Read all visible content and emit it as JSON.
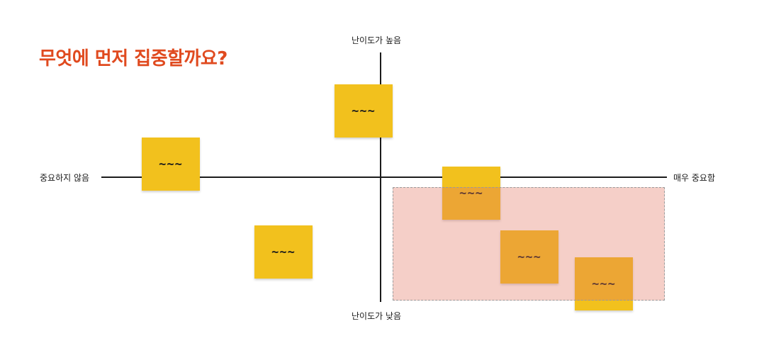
{
  "title": "무엇에 먼저 집중할까요?",
  "axes": {
    "top": "난이도가 높음",
    "bottom": "난이도가 낮음",
    "left": "중요하지 않음",
    "right": "매우 중요함"
  },
  "sticky_notes": [
    {
      "text": "~~~"
    },
    {
      "text": "~~~"
    },
    {
      "text": "~~~"
    },
    {
      "text": "~~~"
    },
    {
      "text": "~~~"
    },
    {
      "text": "~~~"
    }
  ],
  "colors": {
    "title": "#e04a1f",
    "sticky": "#f2c11d",
    "highlight_zone": "#e17660",
    "axis": "#1b1b1b"
  }
}
